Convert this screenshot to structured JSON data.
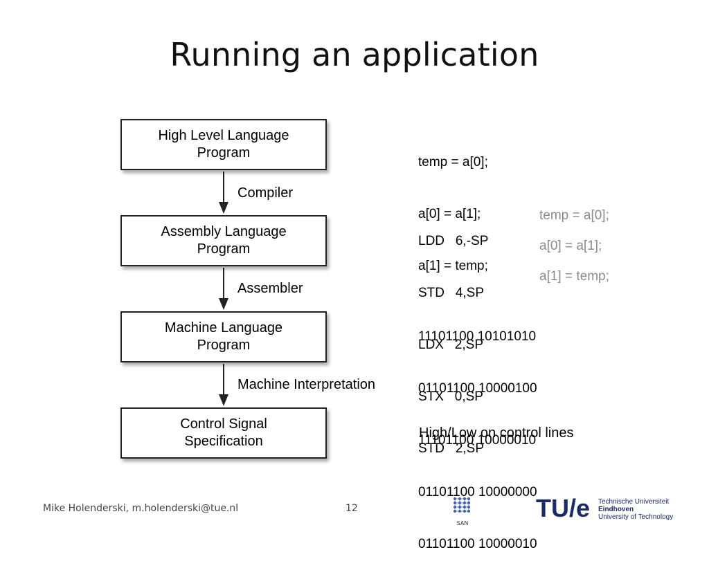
{
  "slide": {
    "title": "Running an application",
    "boxes": [
      {
        "line1": "High Level Language",
        "line2": "Program"
      },
      {
        "line1": "Assembly Language",
        "line2": "Program"
      },
      {
        "line1": "Machine Language",
        "line2": "Program"
      },
      {
        "line1": "Control Signal",
        "line2": "Specification"
      }
    ],
    "arrow_labels": [
      "Compiler",
      "Assembler",
      "Machine Interpretation"
    ],
    "high_level_code": [
      "temp = a[0];",
      "a[0] = a[1];",
      "a[1] = temp;"
    ],
    "assembly_code": [
      "LDD   6,-SP",
      "STD   4,SP",
      "LDX   2,SP",
      "STX   0,SP",
      "STD   2,SP"
    ],
    "assembly_comments": [
      "temp = a[0];",
      "a[0] = a[1];",
      "a[1] = temp;"
    ],
    "machine_code": [
      "11101100 10101010",
      "01101100 10000100",
      "11101100 10000010",
      "01101100 10000000",
      "01101100 10000010"
    ],
    "control_text": "High/Low on control lines"
  },
  "footer": {
    "author": "Mike Holenderski, m.holenderski@tue.nl",
    "page_number": "12",
    "san_logo": "SAN",
    "tue_logo": "TU/e",
    "tue_line1": "Technische Universiteit",
    "tue_line2": "Eindhoven",
    "tue_line3": "University of Technology"
  },
  "colors": {
    "tue_blue": "#1b2a6b",
    "comment_gray": "#8a8a8a"
  }
}
